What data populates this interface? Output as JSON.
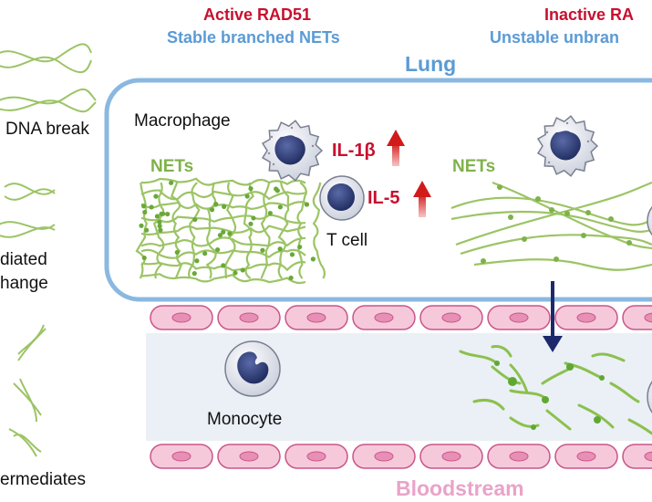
{
  "left_labels": [
    "DNA break",
    "diated",
    "hange",
    "ermediates"
  ],
  "header": {
    "active_title": "Active RAD51",
    "active_subtitle": "Stable branched NETs",
    "inactive_title": "Inactive RA",
    "inactive_subtitle": "Unstable unbran"
  },
  "lung": {
    "title": "Lung",
    "macrophage_label": "Macrophage",
    "nets_label_left": "NETs",
    "nets_label_right": "NETs",
    "tcell_label": "T cell",
    "cytokine_1": "IL-1β",
    "cytokine_2": "IL-5"
  },
  "blood": {
    "monocyte_label": "Monocyte",
    "title": "Bloodstream"
  },
  "colors": {
    "active_red": "#c8102e",
    "stable_blue": "#5b9bd5",
    "lung_border": "#8ab8e0",
    "net_green": "#7fb24a",
    "endothelium_pink": "#f2b6cf",
    "blood_bg": "#eaf0f6",
    "bloodstream_pink": "#e9a3c9",
    "arrow_navy": "#1c2a6b"
  }
}
